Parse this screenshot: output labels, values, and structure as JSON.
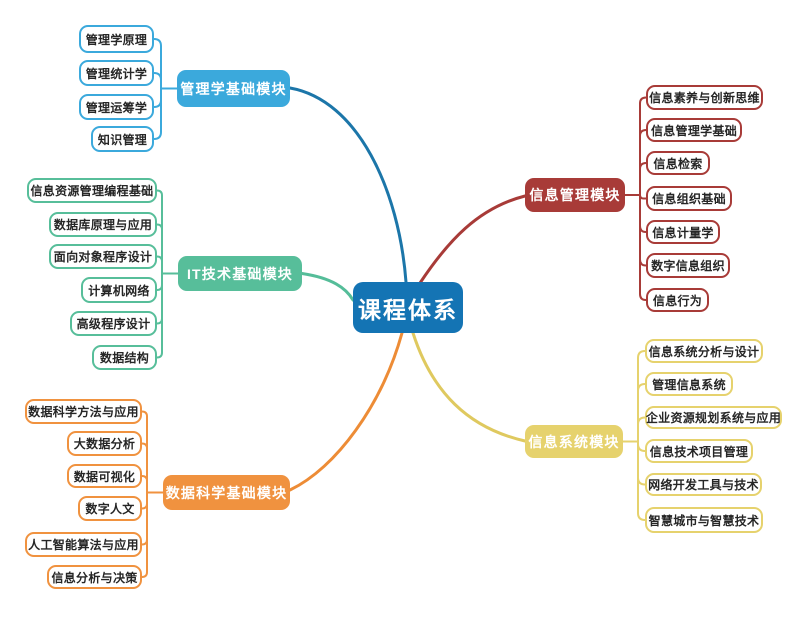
{
  "center": {
    "label": "课程体系",
    "color": "#1474B4"
  },
  "branches": [
    {
      "label": "管理学基础模块",
      "color": "#3BA9DC",
      "line_color": "#1C76A9",
      "children": [
        "管理学原理",
        "管理统计学",
        "管理运筹学",
        "知识管理"
      ]
    },
    {
      "label": "IT技术基础模块",
      "color": "#57BE9A",
      "line_color": "#55BD99",
      "children": [
        "信息资源管理编程基础",
        "数据库原理与应用",
        "面向对象程序设计",
        "计算机网络",
        "高级程序设计",
        "数据结构"
      ]
    },
    {
      "label": "数据科学基础模块",
      "color": "#F0923F",
      "line_color": "#ED8C36",
      "children": [
        "数据科学方法与应用",
        "大数据分析",
        "数据可视化",
        "数字人文",
        "人工智能算法与应用",
        "信息分析与决策"
      ]
    },
    {
      "label": "信息管理模块",
      "color": "#A83B38",
      "line_color": "#A83B38",
      "children": [
        "信息素养与创新思维",
        "信息管理学基础",
        "信息检索",
        "信息组织基础",
        "信息计量学",
        "数字信息组织",
        "信息行为"
      ]
    },
    {
      "label": "信息系统模块",
      "color": "#E6D26D",
      "line_color": "#DFC95F",
      "children": [
        "信息系统分析与设计",
        "管理信息系统",
        "企业资源规划系统与应用",
        "信息技术项目管理",
        "网络开发工具与技术",
        "智慧城市与智慧技术"
      ]
    }
  ]
}
